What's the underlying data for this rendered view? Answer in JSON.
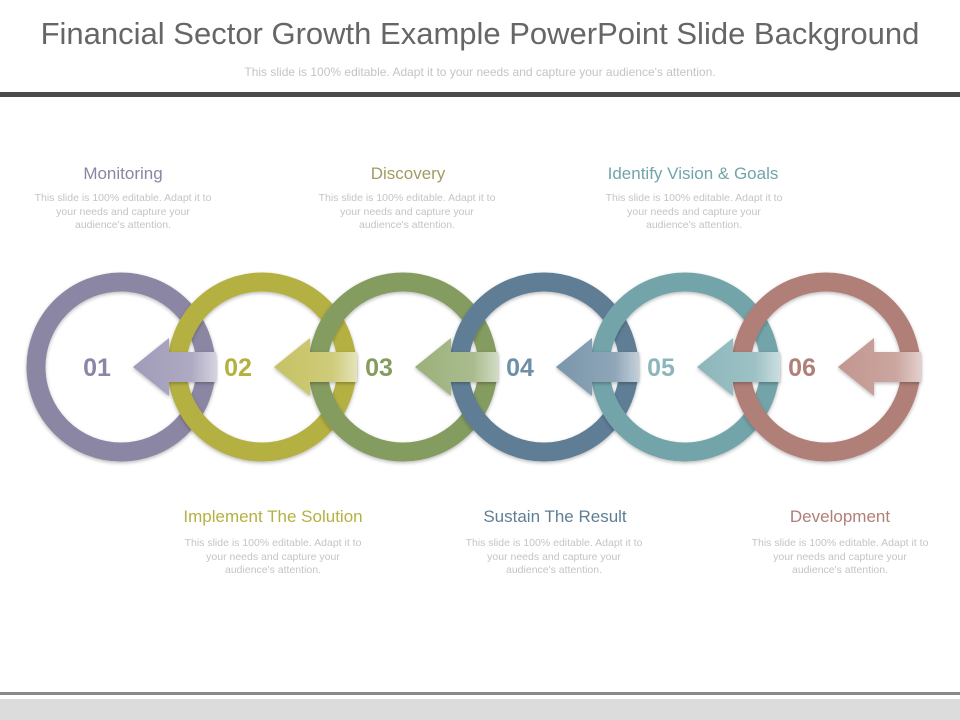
{
  "slide": {
    "title": "Financial Sector Growth Example PowerPoint Slide Background",
    "subtitle": "This slide is 100% editable. Adapt it to your needs and capture your audience's attention."
  },
  "steps": [
    {
      "number": "01",
      "label": "Monitoring",
      "description": "This slide is 100% editable. Adapt it to your needs and capture your audience's attention.",
      "color": "#8b86a3",
      "arrow_color": "#a09bb8",
      "number_color": "#8b86a3",
      "label_color": "#8b86a3"
    },
    {
      "number": "02",
      "label": "Implement The Solution",
      "description": "This slide is 100% editable. Adapt it to your needs and capture your audience's attention.",
      "color": "#b5b042",
      "arrow_color": "#c6c264",
      "number_color": "#b5b042",
      "label_color": "#b5b042"
    },
    {
      "number": "03",
      "label": "Discovery",
      "description": "This slide is 100% editable. Adapt it to your needs and capture your audience's attention.",
      "color": "#849c5e",
      "arrow_color": "#9bb07a",
      "number_color": "#849c5e",
      "label_color": "#a39b62"
    },
    {
      "number": "04",
      "label": "Sustain The Result",
      "description": "This slide is 100% editable. Adapt it to your needs and capture your audience's attention.",
      "color": "#5e7e96",
      "arrow_color": "#7a96ab",
      "number_color": "#6f8fa6",
      "label_color": "#5e7e96"
    },
    {
      "number": "05",
      "label": "Identify Vision & Goals",
      "description": "This slide is 100% editable. Adapt it to your needs and capture your audience's attention.",
      "color": "#72a4aa",
      "arrow_color": "#8cb6bb",
      "number_color": "#8cb6bb",
      "label_color": "#72a4aa"
    },
    {
      "number": "06",
      "label": "Development",
      "description": "This slide is 100% editable. Adapt it to your needs and capture your audience's attention.",
      "color": "#b07f78",
      "arrow_color": "#c2968f",
      "number_color": "#b07f78",
      "label_color": "#b07f78"
    }
  ]
}
